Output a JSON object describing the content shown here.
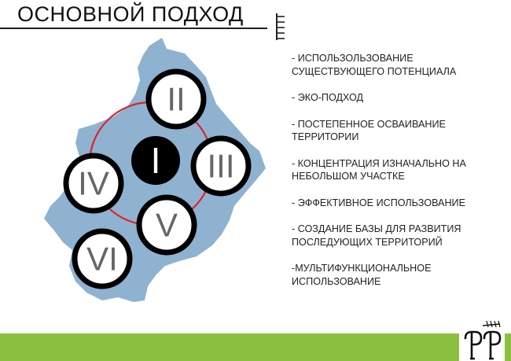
{
  "header": {
    "title": "ОСНОВНОЙ ПОДХОД"
  },
  "diagram": {
    "zones": [
      {
        "numeral": "I",
        "filled": true
      },
      {
        "numeral": "II",
        "filled": false
      },
      {
        "numeral": "III",
        "filled": false
      },
      {
        "numeral": "IV",
        "filled": false
      },
      {
        "numeral": "V",
        "filled": false
      },
      {
        "numeral": "VI",
        "filled": false
      }
    ],
    "colors": {
      "territory": "#8fb2d1",
      "ring": "#d9262b",
      "zone_outline": "#000000",
      "numeral": "#666666",
      "center_fill": "#000000",
      "center_numeral": "#ffffff"
    }
  },
  "points": [
    "- ИСПОЛЬЗОЛЬЗОВАНИЕ\nСУЩЕСТВУЮЩЕГО ПОТЕНЦИАЛА",
    "- ЭКО-ПОДХОД",
    "- ПОСТЕПЕННОЕ ОСВАИВАНИЕ\nТЕРРИТОРИИ",
    "- КОНЦЕНТРАЦИЯ ИЗНАЧАЛЬНО НА\n НЕБОЛЬШОМ УЧАСТКЕ",
    "- ЭФФЕКТИВНОЕ ИСПОЛЬЗОВАНИЕ",
    "- СОЗДАНИЕ БАЗЫ ДЛЯ РАЗВИТИЯ\n ПОСЛЕДУЮЩИХ ТЕРРИТОРИЙ",
    "-МУЛЬТИФУНКЦИОНАЛЬНОЕ\nИСПОЛЬЗОВАНИЕ"
  ],
  "footer": {
    "bar_color": "#8bc03f",
    "logo_icon": "monogram-logo-icon"
  }
}
